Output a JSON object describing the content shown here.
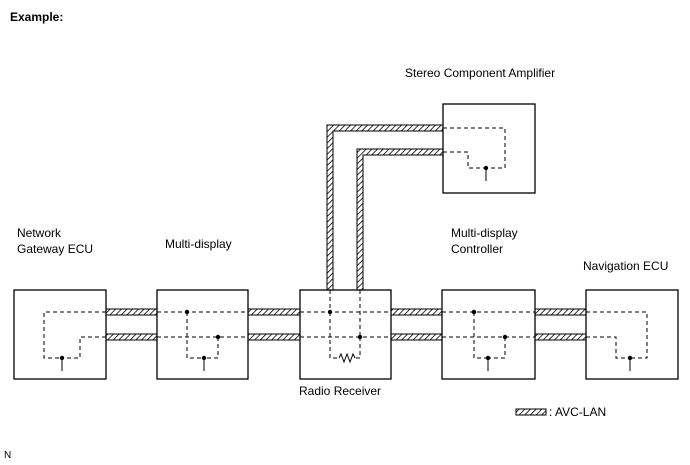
{
  "title": "Example:",
  "nodes": {
    "network_gateway_ecu": "Network\nGateway ECU",
    "multi_display": "Multi-display",
    "radio_receiver": "Radio Receiver",
    "multi_display_controller": "Multi-display\nController",
    "navigation_ecu": "Navigation ECU",
    "stereo_component_amplifier": "Stereo Component Amplifier"
  },
  "legend": {
    "label": ": AVC-LAN"
  },
  "footer": {
    "mark": "N"
  }
}
